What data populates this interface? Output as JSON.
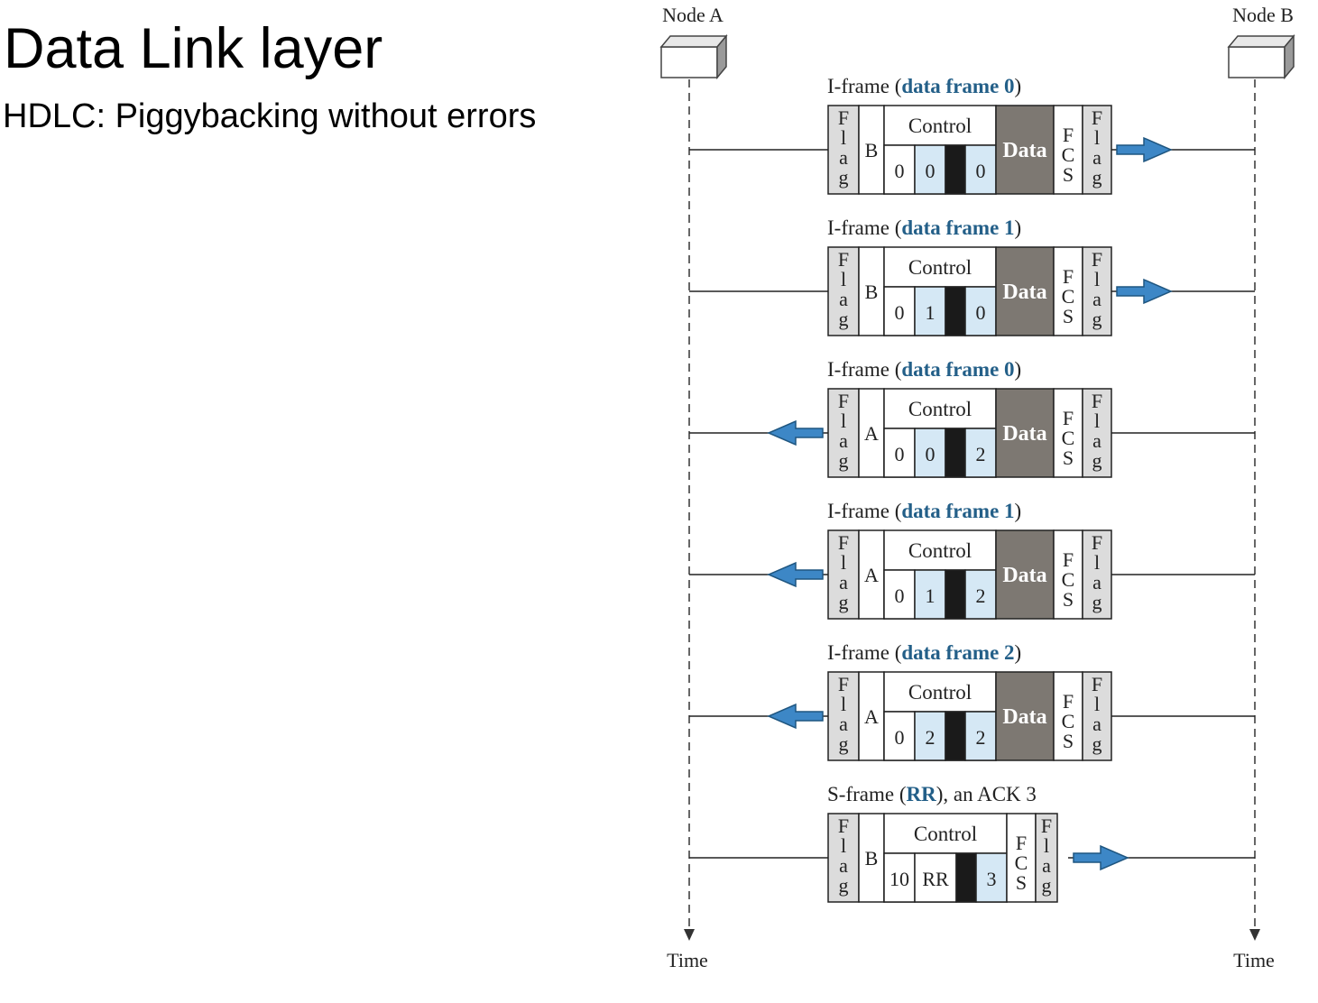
{
  "slide": {
    "title": "Data Link layer",
    "subtitle": "HDLC: Piggybacking without errors"
  },
  "diagram": {
    "node_a": "Node A",
    "node_b": "Node B",
    "time_label": "Time",
    "frames": [
      {
        "kind": "I-frame",
        "caption": "data frame 0",
        "address": "B",
        "direction": "to-node-b",
        "control": [
          "0",
          "0",
          "0"
        ]
      },
      {
        "kind": "I-frame",
        "caption": "data frame 1",
        "address": "B",
        "direction": "to-node-b",
        "control": [
          "0",
          "1",
          "0"
        ]
      },
      {
        "kind": "I-frame",
        "caption": "data frame 0",
        "address": "A",
        "direction": "to-node-a",
        "control": [
          "0",
          "0",
          "2"
        ]
      },
      {
        "kind": "I-frame",
        "caption": "data frame 1",
        "address": "A",
        "direction": "to-node-a",
        "control": [
          "0",
          "1",
          "2"
        ]
      },
      {
        "kind": "I-frame",
        "caption": "data frame 2",
        "address": "A",
        "direction": "to-node-a",
        "control": [
          "0",
          "2",
          "2"
        ]
      },
      {
        "kind": "S-frame",
        "caption": "RR",
        "caption_suffix": ", an ACK 3",
        "address": "B",
        "direction": "to-node-b",
        "control": [
          "10",
          "RR",
          "3"
        ]
      }
    ],
    "field_labels": {
      "flag": "Flag",
      "control": "Control",
      "data": "Data",
      "fcs": "FCS"
    },
    "colors": {
      "arrow_fill": "#3d87c6",
      "arrow_stroke": "#1f5680",
      "caption_accent": "#235f88",
      "data_field": "#7d7872",
      "ns_field": "#d5e8f5",
      "pf_bit": "#1a1a1a"
    }
  }
}
